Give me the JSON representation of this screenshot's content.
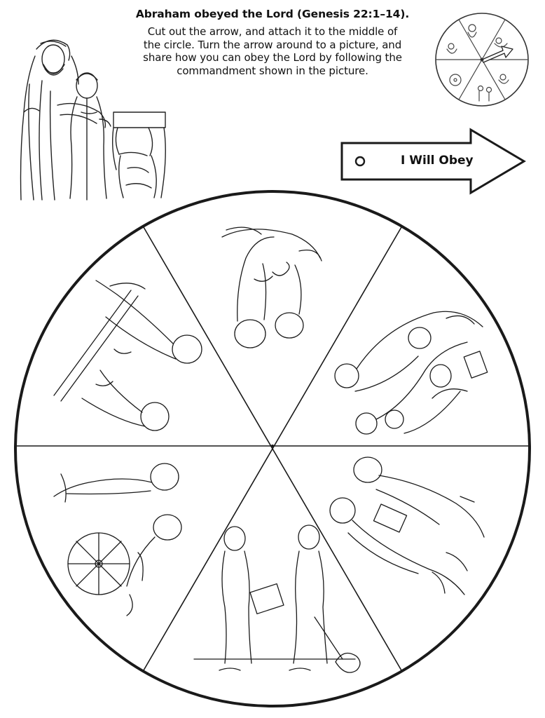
{
  "header": {
    "title": "Abraham obeyed the Lord (Genesis 22:1–14).",
    "instructions_line1": "Cut out the arrow, and attach it to the middle of",
    "instructions_line2": "the circle. Turn the arrow around to a picture, and",
    "instructions_line3": "share how  you can obey the Lord by following the",
    "instructions_line4": "commandment shown in the picture."
  },
  "arrow": {
    "label": "I Will Obey"
  },
  "icons": {
    "abraham_illustration": "abraham-and-isaac-illustration",
    "mini_wheel": "assembled-wheel-example-illustration",
    "pivot_hole": "circle-hole-icon"
  },
  "wheel": {
    "segments": [
      "children-praying",
      "family-reading-scriptures",
      "boy-and-girl-sharing-with-friend",
      "boy-sharing-book-with-friend",
      "girl-helping-child-in-wheelchair",
      "boys-playing-together"
    ]
  }
}
